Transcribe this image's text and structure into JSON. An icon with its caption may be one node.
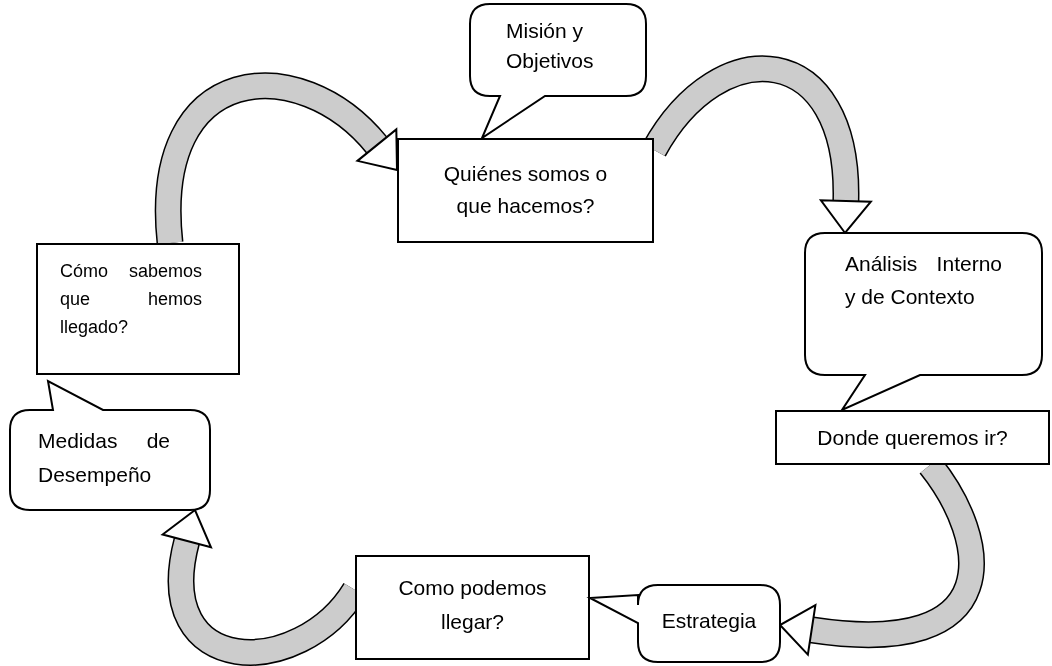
{
  "diagram": {
    "nodes": [
      {
        "text": [
          "Misión y Objetivos"
        ]
      },
      {
        "text": [
          "Quiénes somos o que hacemos?"
        ]
      },
      {
        "text": [
          "Cómo sabemos que hemos llegado?"
        ]
      },
      {
        "text": [
          "Análisis Interno y de Contexto"
        ]
      },
      {
        "text": [
          "Medidas de Desempeño"
        ]
      },
      {
        "text": [
          "Donde queremos ir?"
        ]
      },
      {
        "text": [
          "Como podemos llegar?"
        ]
      },
      {
        "text": [
          "Estrategia"
        ]
      }
    ],
    "edges": [
      {
        "from": 1,
        "to": 3,
        "arrow": "to"
      },
      {
        "from": 5,
        "to": 7,
        "arrow": "to"
      },
      {
        "from": 6,
        "to": 4,
        "arrow": "to"
      },
      {
        "from": 2,
        "to": 1,
        "arrow": "to"
      }
    ]
  }
}
